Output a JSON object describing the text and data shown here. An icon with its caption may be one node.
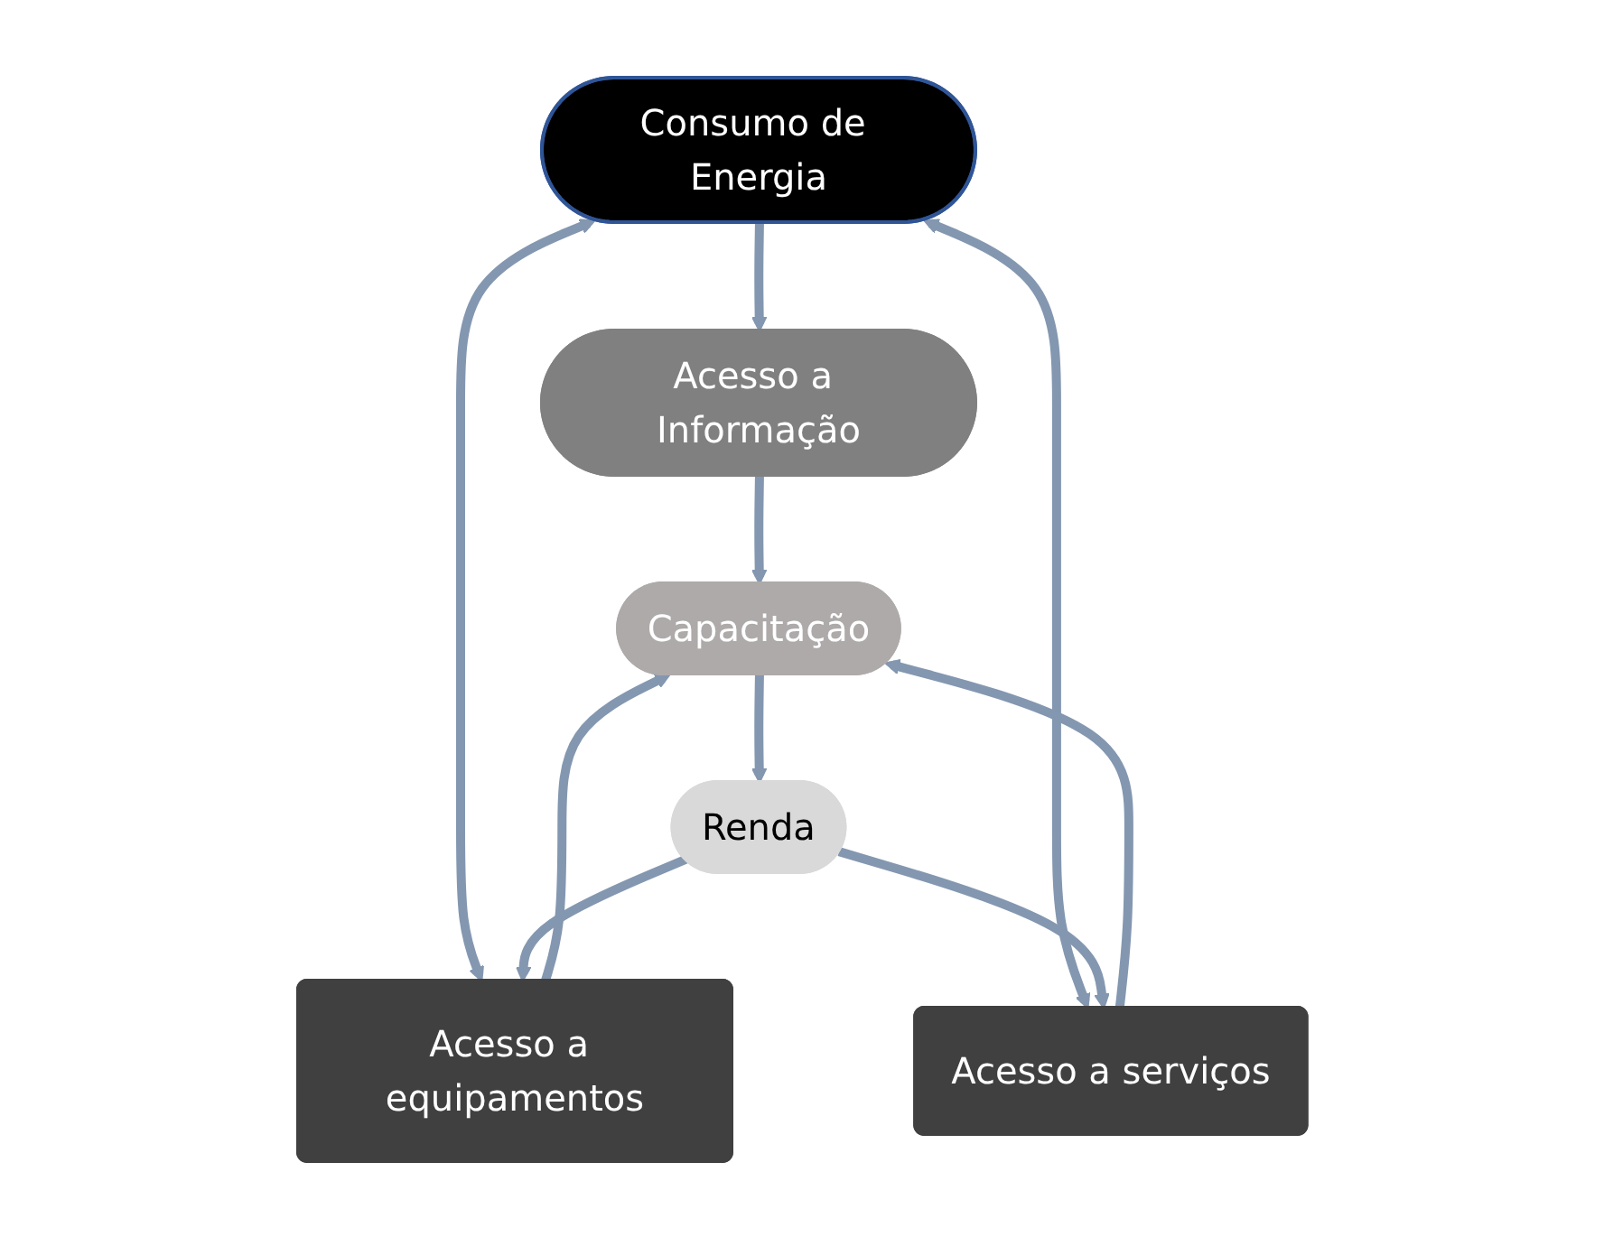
{
  "diagram": {
    "nodes": [
      {
        "text": [
          "Consumo de Energia"
        ]
      },
      {
        "text": [
          "Acesso a Informação"
        ]
      },
      {
        "text": [
          "Acesso a equipamentos"
        ]
      },
      {
        "text": [
          "Capacitação"
        ]
      },
      {
        "text": [
          "Acesso a serviços"
        ]
      },
      {
        "text": [
          "Renda"
        ]
      }
    ],
    "edges": [
      {
        "from": 0,
        "to": 1,
        "arrow": "to"
      },
      {
        "from": 0,
        "to": 2,
        "arrow": "both"
      },
      {
        "from": 0,
        "to": 4,
        "arrow": "both"
      },
      {
        "from": 1,
        "to": 3,
        "arrow": "to"
      },
      {
        "from": 2,
        "to": 3,
        "arrow": "to"
      },
      {
        "from": 4,
        "to": 3,
        "arrow": "to"
      },
      {
        "from": 3,
        "to": 5,
        "arrow": "to"
      },
      {
        "from": 5,
        "to": 2,
        "arrow": "to"
      },
      {
        "from": 5,
        "to": 4,
        "arrow": "to"
      }
    ]
  }
}
